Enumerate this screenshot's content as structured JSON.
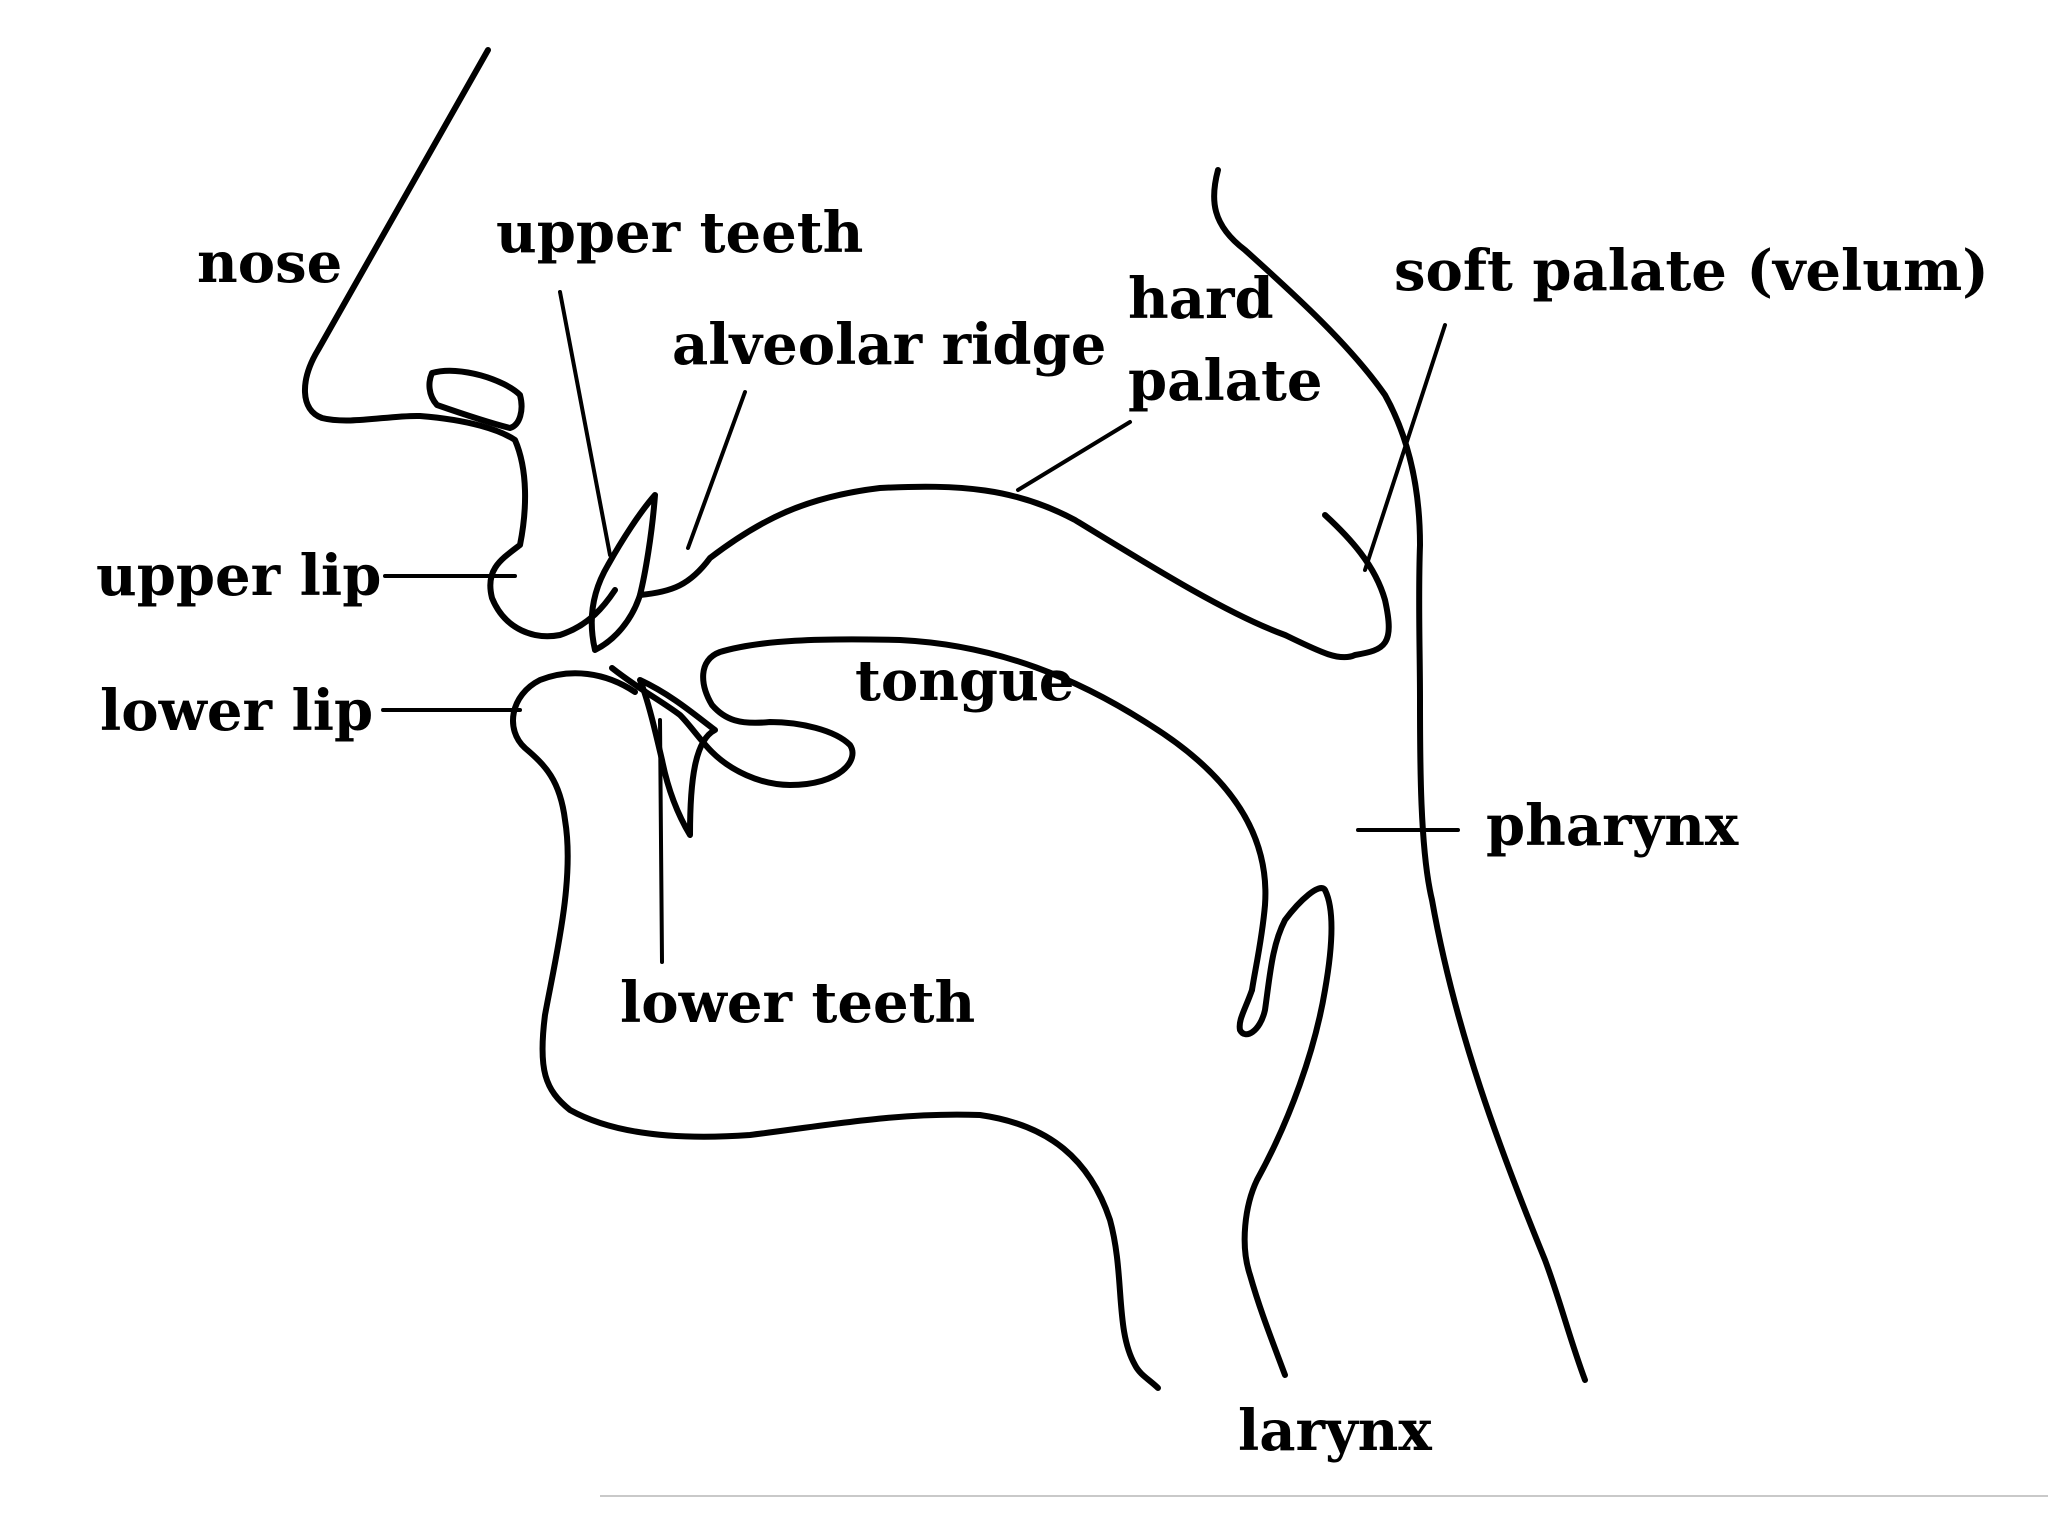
{
  "labels": {
    "nose": "nose",
    "upper_teeth": "upper teeth",
    "alveolar_ridge": "alveolar ridge",
    "hard_palate_line1": "hard",
    "hard_palate_line2": "palate",
    "soft_palate": "soft palate (velum)",
    "upper_lip": "upper lip",
    "lower_lip": "lower lip",
    "tongue": "tongue",
    "pharynx": "pharynx",
    "lower_teeth": "lower teeth",
    "larynx": "larynx"
  },
  "colors": {
    "ink": "#000000",
    "background": "#ffffff"
  }
}
